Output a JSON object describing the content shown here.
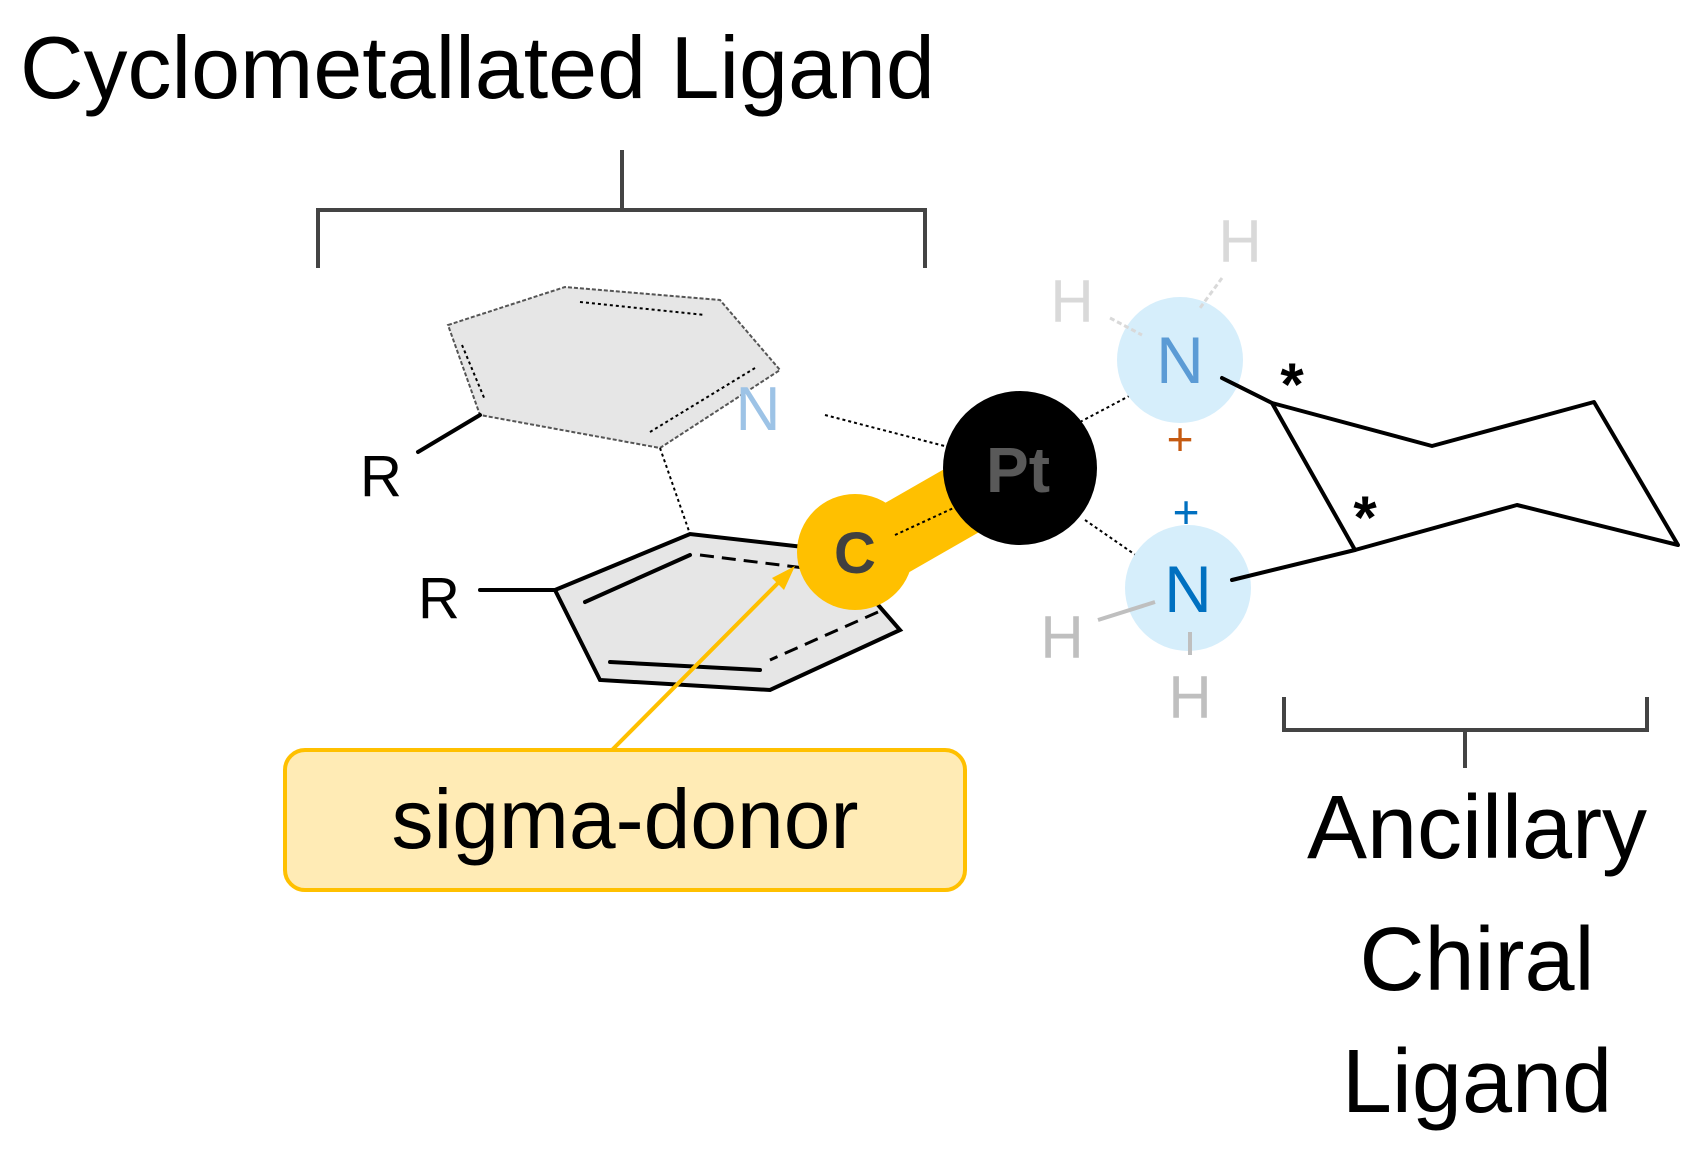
{
  "labels": {
    "cyclometallated": "Cyclometallated Ligand",
    "ancillary_line1": "Ancillary",
    "ancillary_line2": "Chiral",
    "ancillary_line3": "Ligand",
    "sigma_donor": "sigma-donor"
  },
  "atoms": {
    "pt": "Pt",
    "c": "C",
    "n_pyridine": "N",
    "n_amine_top": "N",
    "n_amine_bottom": "N",
    "r_top": "R",
    "r_bottom": "R",
    "h": "H",
    "plus": "+",
    "stereo": "*"
  },
  "colors": {
    "accent_yellow": "#FFC000",
    "callout_fill": "#FFEBB5",
    "nitrogen_light": "#9DC3E6",
    "nitrogen_mid": "#5B9BD5",
    "nitrogen_dark": "#0070C0",
    "halo_blue": "#D6EEFB",
    "platinum": "#000000",
    "platinum_text": "#595959",
    "hydrogen_light": "#D9D9D9",
    "hydrogen_mid": "#BFBFBF",
    "plus_orange": "#C55A11"
  }
}
